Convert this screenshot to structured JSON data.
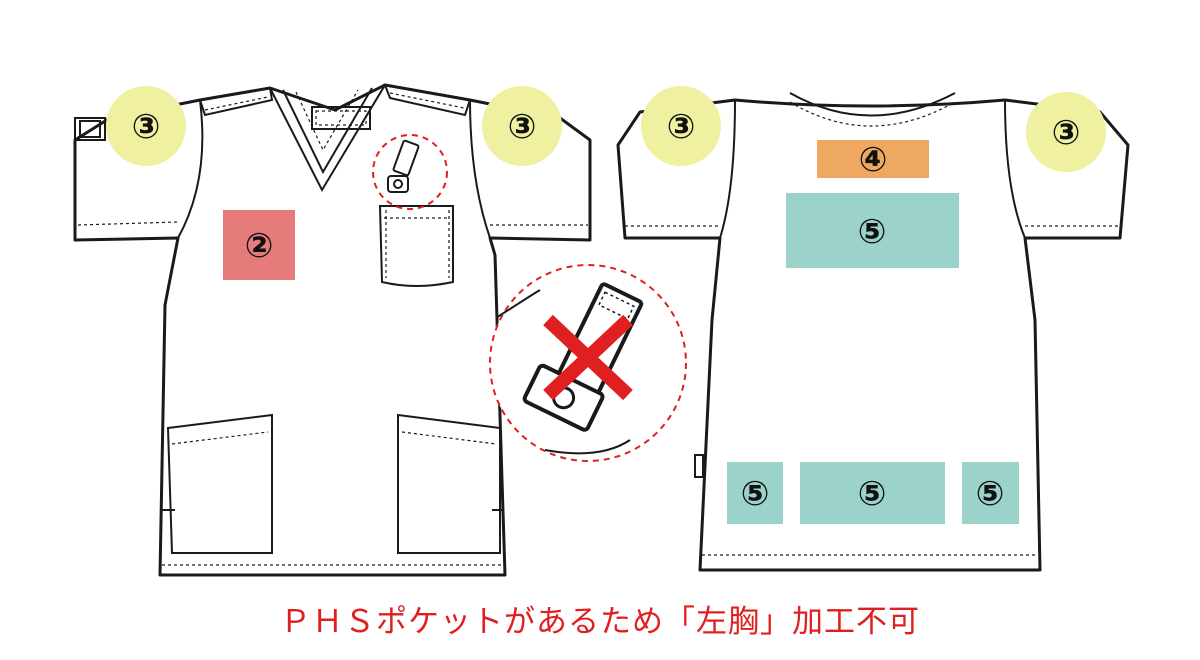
{
  "colors": {
    "zone2": "#e57b7b",
    "zone3": "#eff0a0",
    "zone4": "#efa862",
    "zone5": "#9bd3cb",
    "warning": "#e02020"
  },
  "zones": {
    "front_left_chest": "②",
    "front_shoulder_left": "③",
    "front_shoulder_right": "③",
    "back_shoulder_left": "③",
    "back_shoulder_right": "③",
    "back_neck": "④",
    "back_upper": "⑤",
    "back_hem_left": "⑤",
    "back_hem_center": "⑤",
    "back_hem_right": "⑤"
  },
  "caption": "ＰＨＳポケットがあるため「左胸」加工不可",
  "icons": {
    "not_allowed": "red-x-icon"
  }
}
